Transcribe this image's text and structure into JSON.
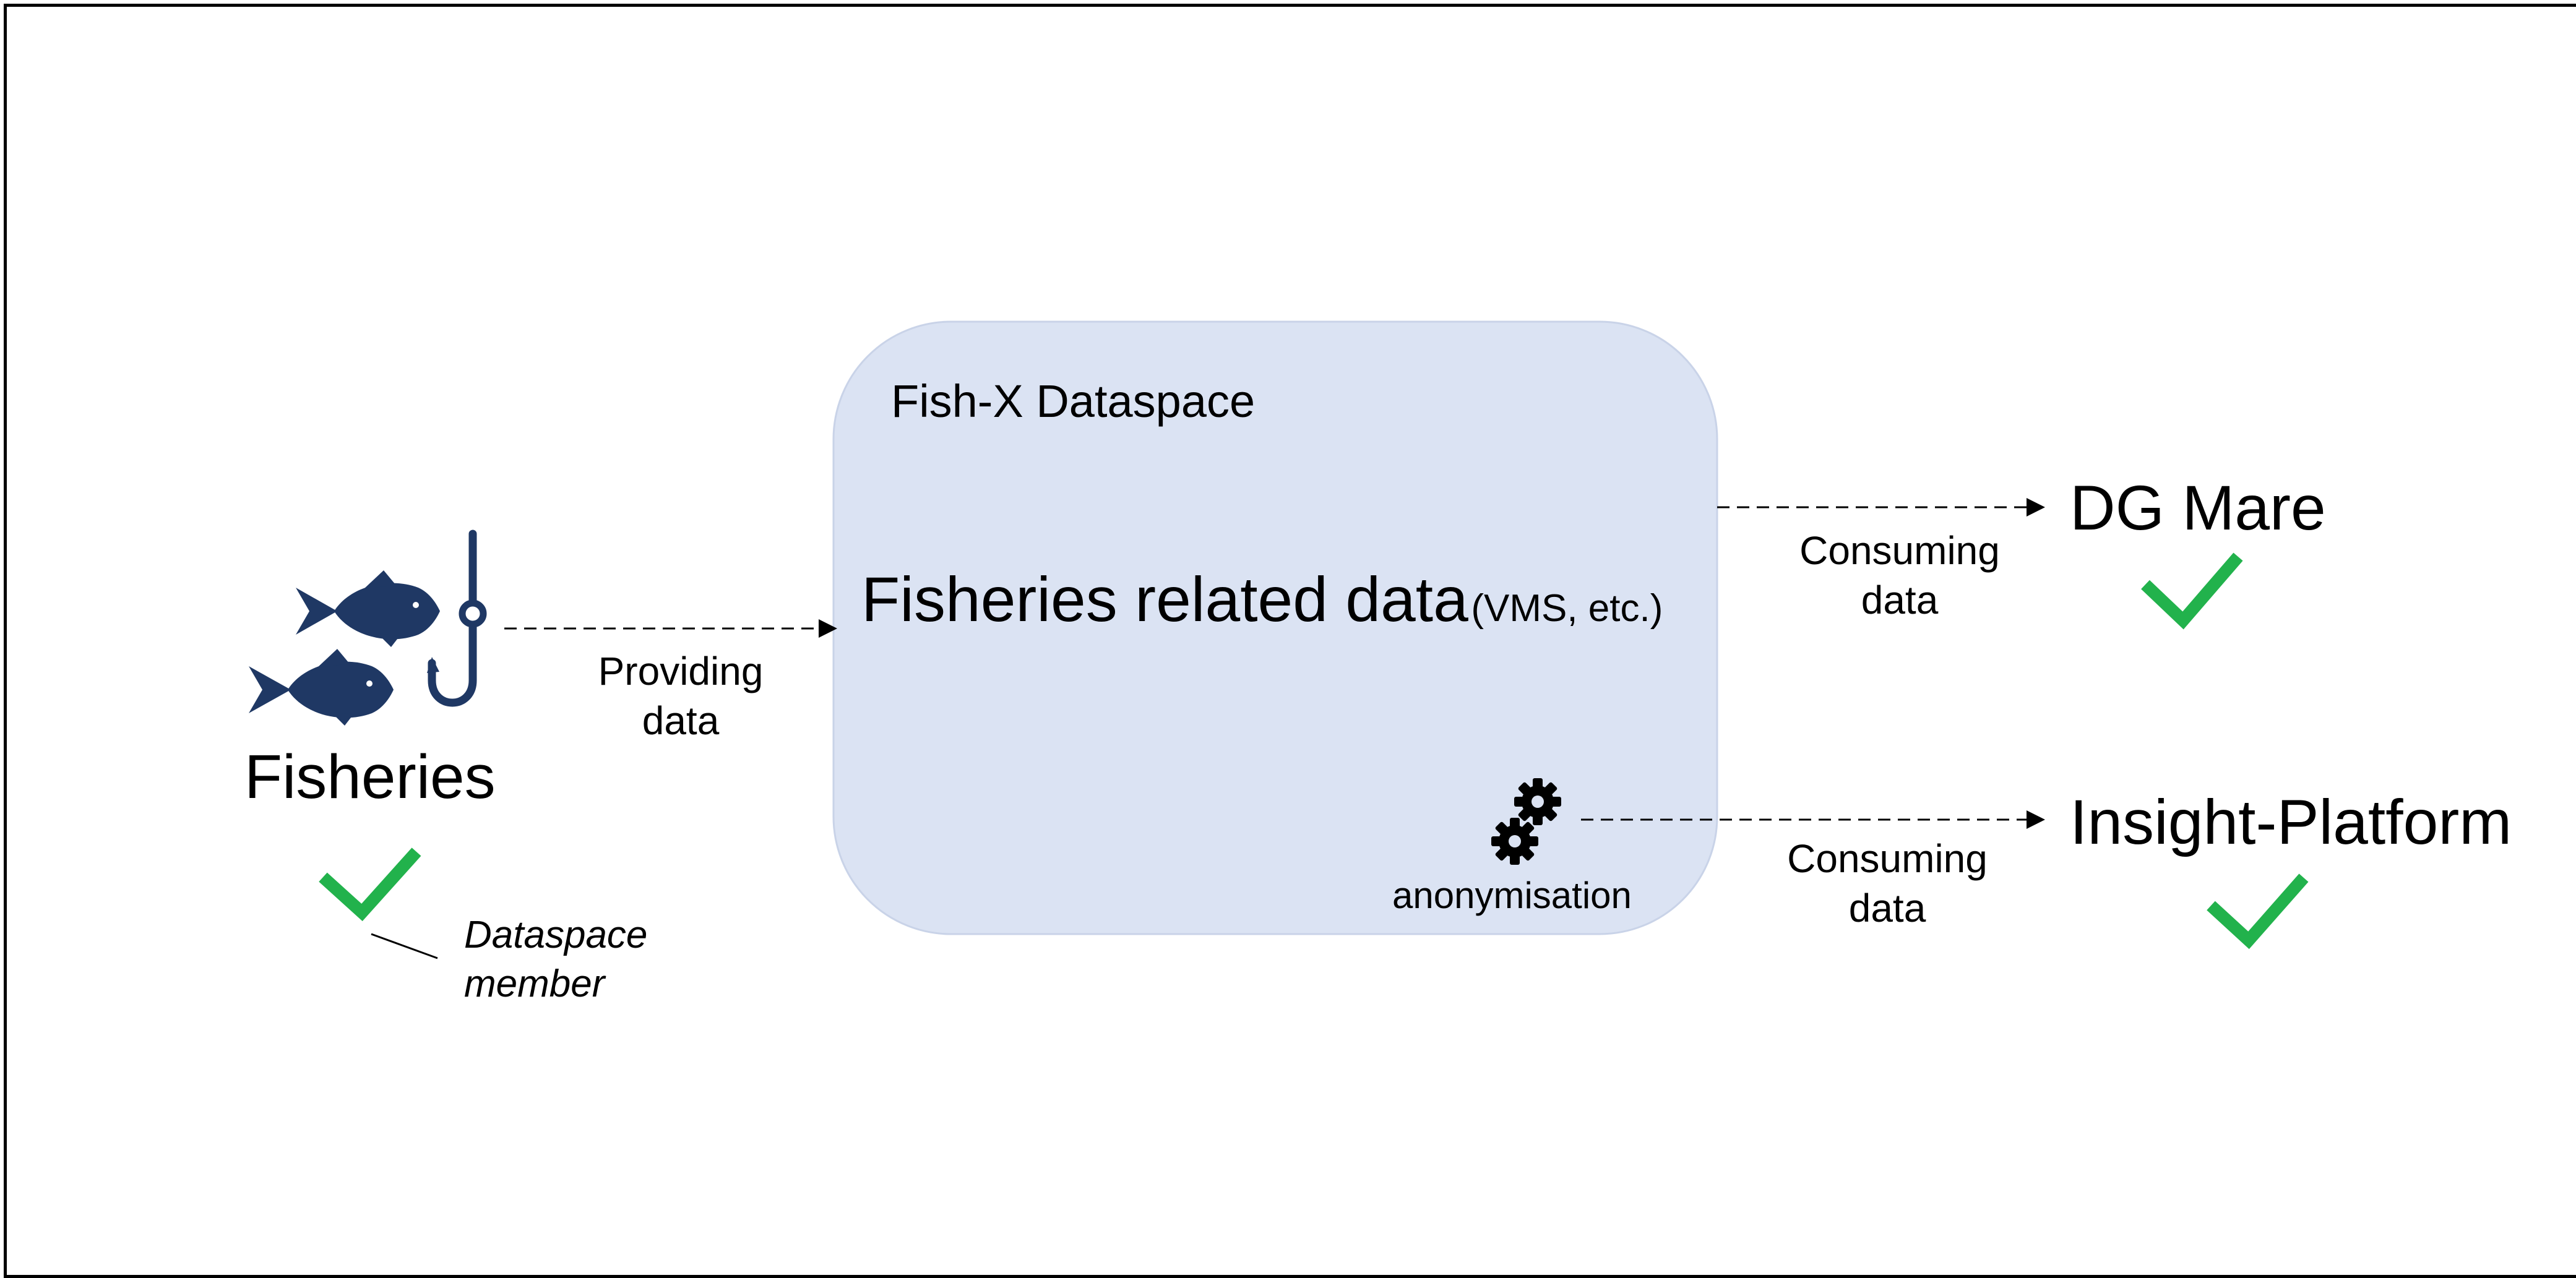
{
  "dataspace": {
    "title": "Fish-X Dataspace",
    "data_label_main": "Fisheries related data",
    "data_label_sub": "(VMS, etc.)",
    "anonymisation_label": "anonymisation",
    "fill_color": "#dbe3f3"
  },
  "provider": {
    "name": "Fisheries",
    "icon": "fish-and-hook-icon",
    "icon_color": "#1f3864",
    "member_label_line1": "Dataspace",
    "member_label_line2": "member",
    "flow_label_line1": "Providing",
    "flow_label_line2": "data"
  },
  "consumers": [
    {
      "name": "DG Mare",
      "flow_label_line1": "Consuming",
      "flow_label_line2": "data"
    },
    {
      "name": "Insight-Platform",
      "flow_label_line1": "Consuming",
      "flow_label_line2": "data"
    }
  ],
  "check_color": "#22b24c"
}
